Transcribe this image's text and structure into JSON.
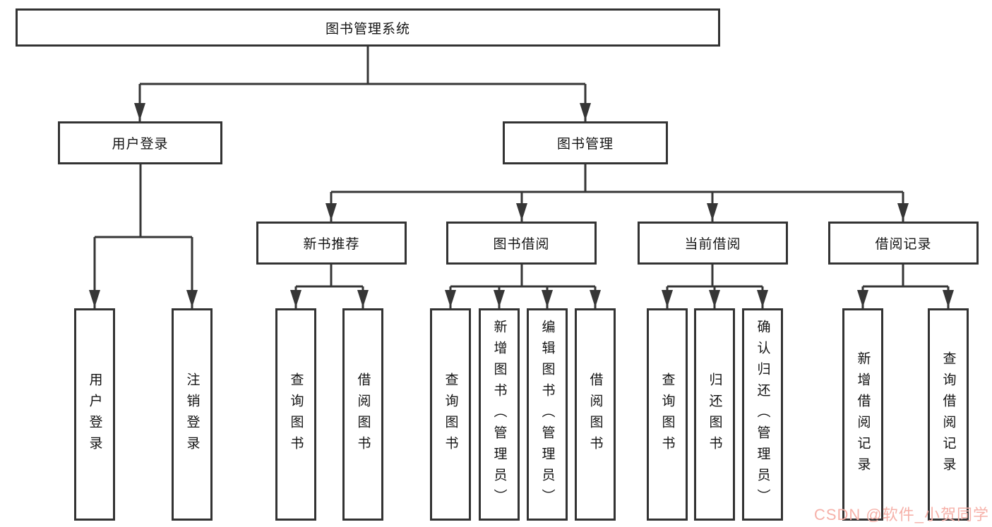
{
  "tree": {
    "label": "图书管理系统",
    "children": [
      {
        "label": "用户登录",
        "children": [
          {
            "label": "用户登录"
          },
          {
            "label": "注销登录"
          }
        ]
      },
      {
        "label": "图书管理",
        "children": [
          {
            "label": "新书推荐",
            "children": [
              {
                "label": "查询图书"
              },
              {
                "label": "借阅图书"
              }
            ]
          },
          {
            "label": "图书借阅",
            "children": [
              {
                "label": "查询图书"
              },
              {
                "label": "新增图书（管理员）"
              },
              {
                "label": "编辑图书（管理员）"
              },
              {
                "label": "借阅图书"
              }
            ]
          },
          {
            "label": "当前借阅",
            "children": [
              {
                "label": "查询图书"
              },
              {
                "label": "归还图书"
              },
              {
                "label": "确认归还（管理员）"
              }
            ]
          },
          {
            "label": "借阅记录",
            "children": [
              {
                "label": "新增借阅记录"
              },
              {
                "label": "查询借阅记录"
              }
            ]
          }
        ]
      }
    ]
  },
  "watermark": {
    "text": "CSDN @软件_小贺同学"
  },
  "colors": {
    "line": "#363636",
    "box_border": "#333333",
    "text": "#141414",
    "watermark": "#f6b1a9",
    "background": "#ffffff"
  }
}
